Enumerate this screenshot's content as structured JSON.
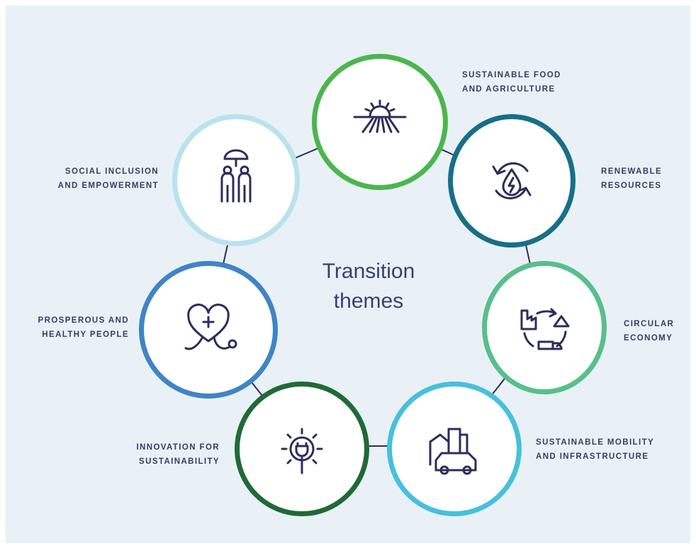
{
  "center": {
    "line1": "Transition",
    "line2": "themes"
  },
  "themes": [
    {
      "line1": "SUSTAINABLE FOOD",
      "line2": "AND AGRICULTURE",
      "icon": "sunrise-field-icon",
      "ring_color": "#4cb54e"
    },
    {
      "line1": "RENEWABLE",
      "line2": "RESOURCES",
      "icon": "recycle-energy-drop-icon",
      "ring_color": "#176f86"
    },
    {
      "line1": "CIRCULAR",
      "line2": "ECONOMY",
      "icon": "circular-supply-chain-icon",
      "ring_color": "#58bf8b"
    },
    {
      "line1": "SUSTAINABLE MOBILITY",
      "line2": "AND INFRASTRUCTURE",
      "icon": "city-car-icon",
      "ring_color": "#46c0dc"
    },
    {
      "line1": "INNOVATION FOR",
      "line2": "SUSTAINABILITY",
      "icon": "sun-plug-icon",
      "ring_color": "#1f6a37"
    },
    {
      "line1": "PROSPEROUS AND",
      "line2": "HEALTHY PEOPLE",
      "icon": "heart-stethoscope-icon",
      "ring_color": "#3f84c6"
    },
    {
      "line1": "SOCIAL INCLUSION",
      "line2": "AND EMPOWERMENT",
      "icon": "people-umbrella-icon",
      "ring_color": "#b9e2ef"
    }
  ]
}
